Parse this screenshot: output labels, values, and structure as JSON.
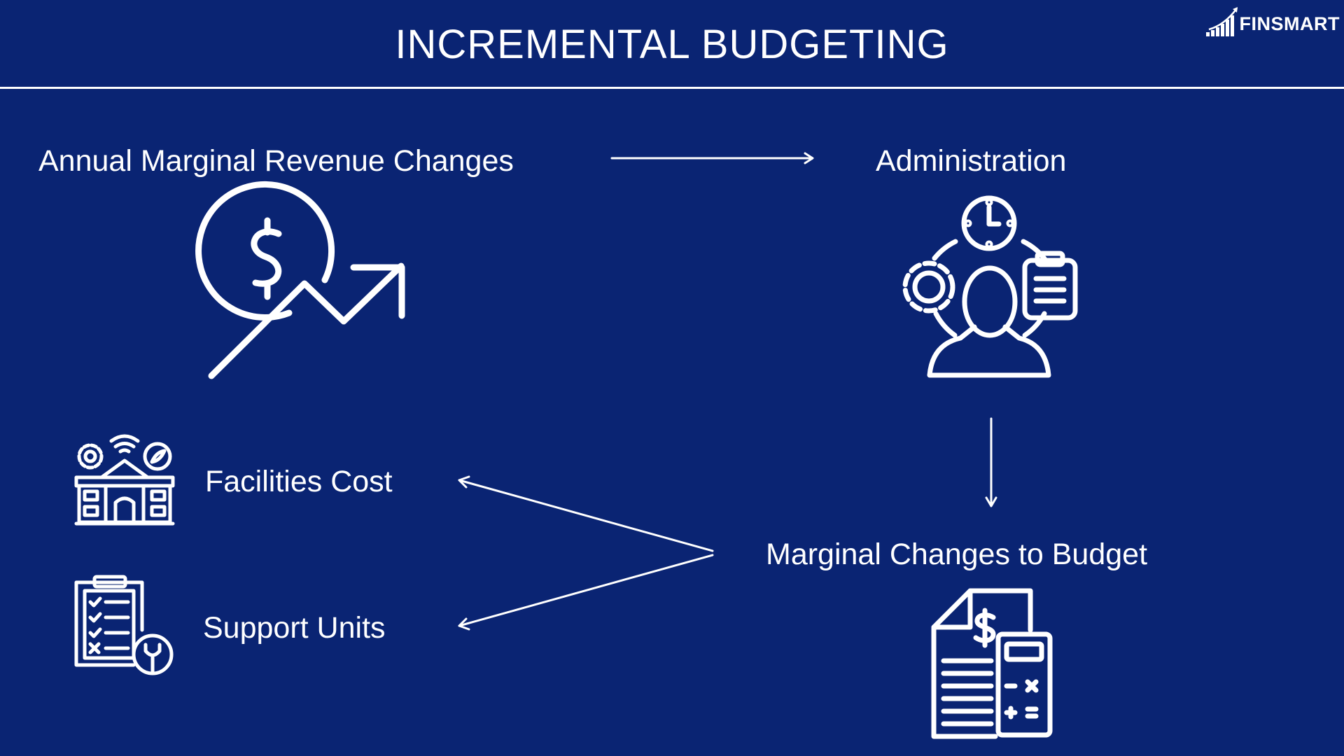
{
  "header": {
    "title": "INCREMENTAL BUDGETING"
  },
  "logo": {
    "text": "FINSMART",
    "icon": "finsmart-bar-growth-logo"
  },
  "nodes": {
    "revenue": {
      "label": "Annual Marginal Revenue Changes",
      "icon": "dollar-growth-arrow-icon"
    },
    "administration": {
      "label": "Administration",
      "icon": "administration-person-gear-clock-clipboard-icon"
    },
    "budget": {
      "label": "Marginal Changes to Budget",
      "icon": "budget-document-calculator-icon"
    },
    "facilities": {
      "label": "Facilities Cost",
      "icon": "smart-building-icon"
    },
    "support": {
      "label": "Support Units",
      "icon": "checklist-wrench-icon"
    }
  },
  "edges": [
    {
      "from": "Annual Marginal Revenue Changes",
      "to": "Administration"
    },
    {
      "from": "Administration",
      "to": "Marginal Changes to Budget"
    },
    {
      "from": "Marginal Changes to Budget",
      "to": "Facilities Cost"
    },
    {
      "from": "Marginal Changes to Budget",
      "to": "Support Units"
    }
  ],
  "colors": {
    "background": "#0a2473",
    "foreground": "#ffffff"
  }
}
